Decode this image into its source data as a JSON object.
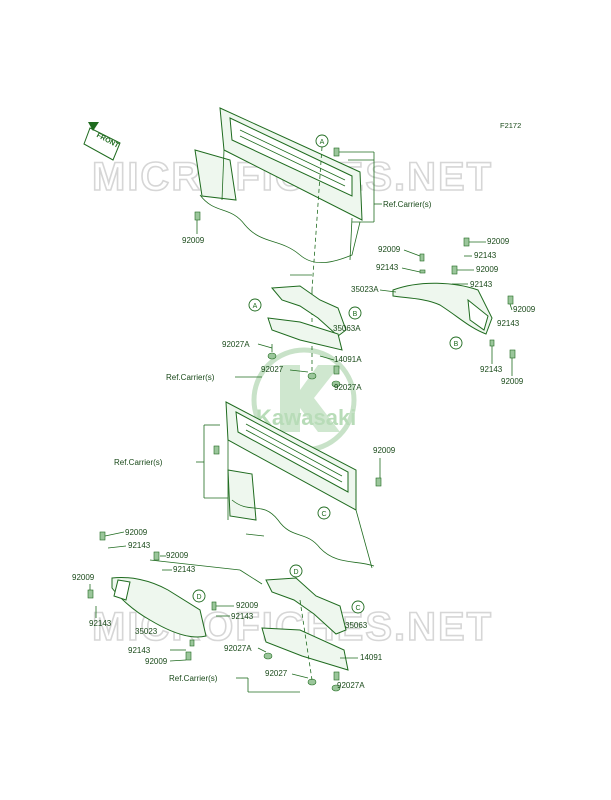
{
  "figure_code": "F2172",
  "front_label": "FRONT",
  "watermark": "MICROFICHES.NET",
  "brand": "Kawasaki",
  "ref_label": "Ref.Carrier(s)",
  "callouts": [
    "A",
    "B",
    "C",
    "D"
  ],
  "part_labels": {
    "p92009": "92009",
    "p92143": "92143",
    "p92027": "92027",
    "p92027A": "92027A",
    "p14091": "14091",
    "p14091A": "14091A",
    "p35023": "35023",
    "p35023A": "35023A",
    "p35063": "35063",
    "p35063A": "35063A"
  },
  "colors": {
    "line": "#1f6b1f",
    "fill": "#eef7ee",
    "watermark": "#d6d6d6"
  }
}
